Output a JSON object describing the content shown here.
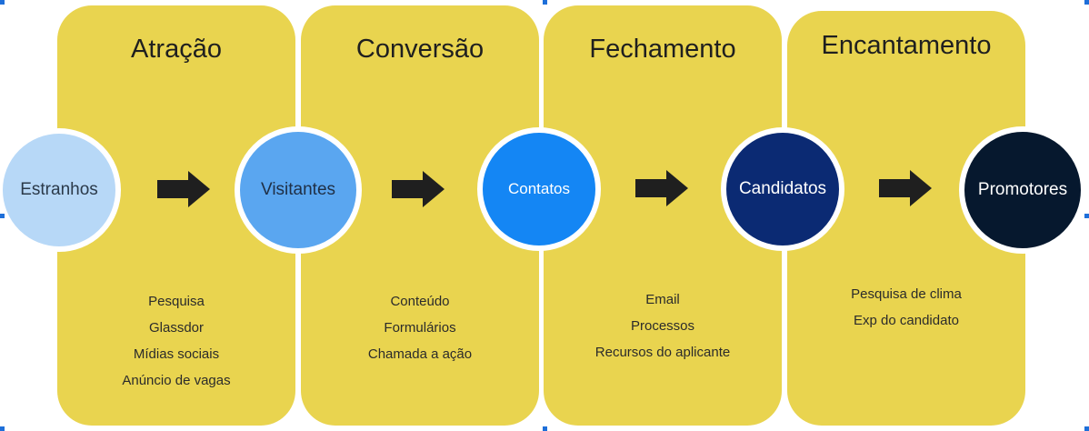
{
  "stages": [
    {
      "title": "Atração",
      "items": [
        "Pesquisa",
        "Glassdor",
        "Mídias sociais",
        "Anúncio de vagas"
      ]
    },
    {
      "title": "Conversão",
      "items": [
        "Conteúdo",
        "Formulários",
        "Chamada a ação"
      ]
    },
    {
      "title": "Fechamento",
      "items": [
        "Email",
        "Processos",
        "Recursos do aplicante"
      ]
    },
    {
      "title": "Encantamento",
      "items": [
        "Pesquisa de clima",
        "Exp do candidato"
      ]
    }
  ],
  "nodes": [
    {
      "label": "Estranhos",
      "color": "#b7d8f7",
      "text_color": "#2b3a4a"
    },
    {
      "label": "Visitantes",
      "color": "#5aa6f0",
      "text_color": "#1f2f45"
    },
    {
      "label": "Contatos",
      "color": "#1486f4",
      "text_color": "#ffffff"
    },
    {
      "label": "Candidatos",
      "color": "#0b2a73",
      "text_color": "#ffffff"
    },
    {
      "label": "Promotores",
      "color": "#06182e",
      "text_color": "#ffffff"
    }
  ],
  "colors": {
    "card": "#e9d44f",
    "arrow": "#1f1f1f",
    "selection_handles": "#1e6fd9"
  },
  "icons": [
    "arrow-right-icon"
  ]
}
